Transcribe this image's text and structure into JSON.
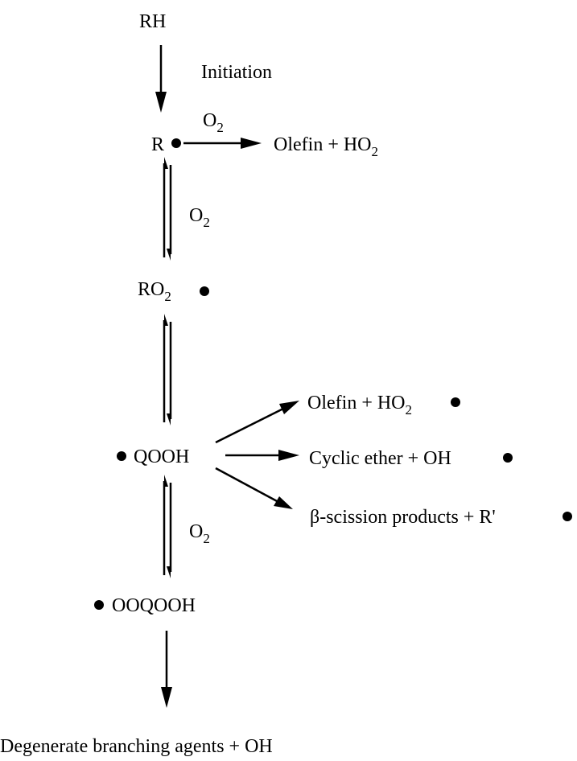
{
  "species": {
    "rh": "RH",
    "r": "R",
    "ro2_main": "RO",
    "ro2_sub": "2",
    "qooh": "QOOH",
    "ooqooh": "OOQOOH"
  },
  "labels": {
    "initiation": "Initiation",
    "o2_main": "O",
    "o2_sub": "2"
  },
  "products": {
    "olefin_ho2_main": "Olefin + HO",
    "olefin_ho2_sub": "2",
    "olefin_ho2_radical_main": "Olefin + HO",
    "olefin_ho2_radical_sub": "2",
    "cyclic_ether": "Cyclic ether + OH",
    "beta_scission": "β-scission products + R'",
    "degenerate_branching": "Degenerate branching agents + OH"
  }
}
